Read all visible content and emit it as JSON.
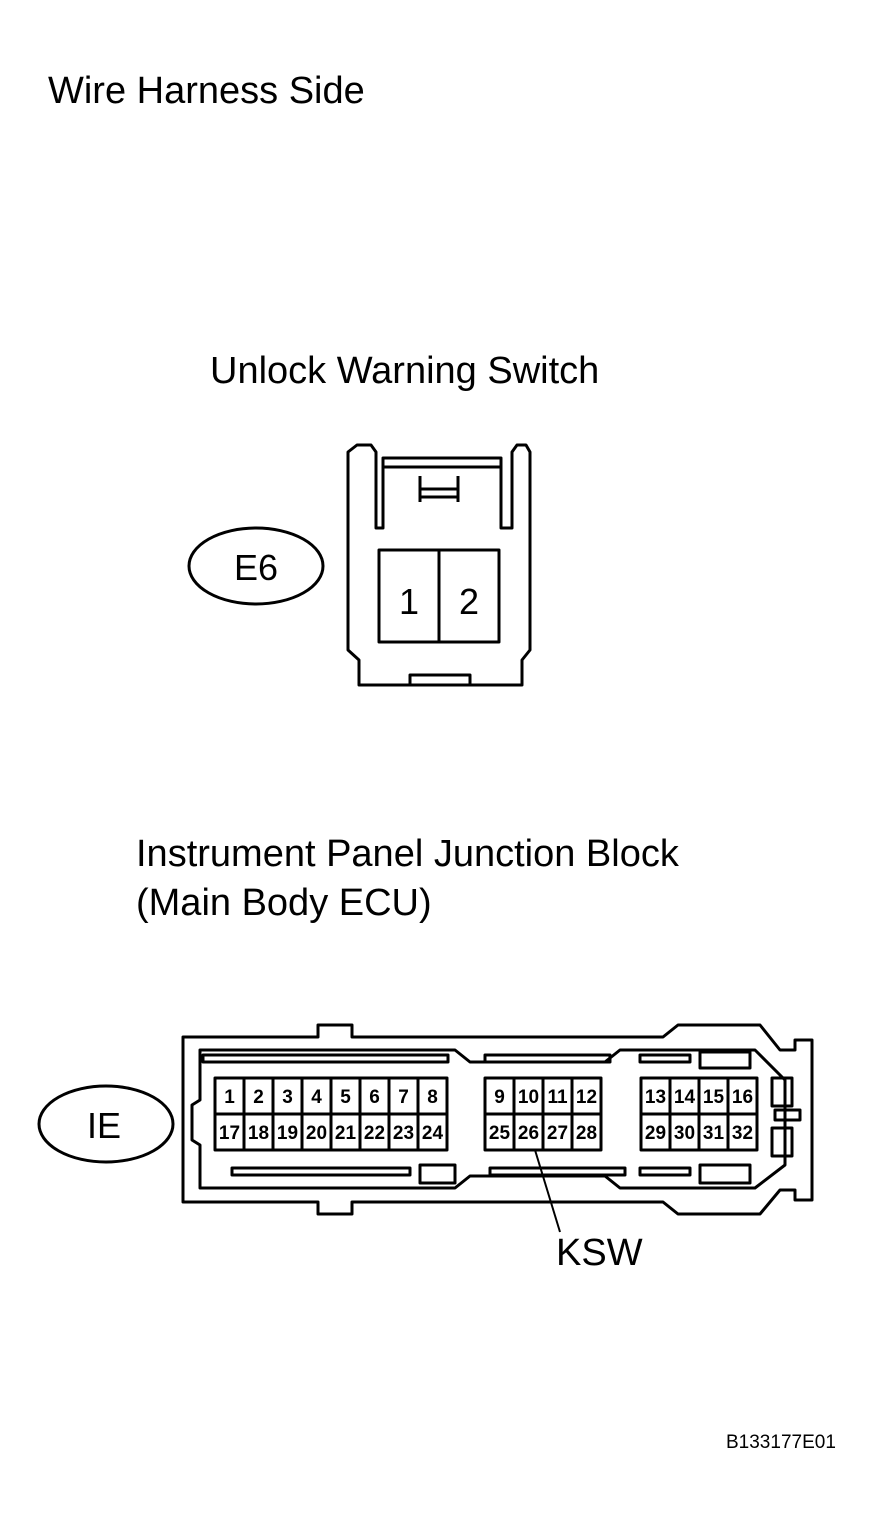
{
  "title": "Wire Harness Side",
  "connector_e6": {
    "name": "Unlock Warning Switch",
    "code": "E6",
    "pins": [
      "1",
      "2"
    ]
  },
  "connector_ie": {
    "name_line1": "Instrument Panel Junction Block",
    "name_line2": "(Main Body ECU)",
    "code": "IE",
    "pins_top_a": [
      "1",
      "2",
      "3",
      "4",
      "5",
      "6",
      "7",
      "8"
    ],
    "pins_bottom_a": [
      "17",
      "18",
      "19",
      "20",
      "21",
      "22",
      "23",
      "24"
    ],
    "pins_top_b": [
      "9",
      "10",
      "11",
      "12"
    ],
    "pins_bottom_b": [
      "25",
      "26",
      "27",
      "28"
    ],
    "pins_top_c": [
      "13",
      "14",
      "15",
      "16"
    ],
    "pins_bottom_c": [
      "29",
      "30",
      "31",
      "32"
    ],
    "callout_label": "KSW",
    "callout_pin": "26"
  },
  "figure_id": "B133177E01"
}
